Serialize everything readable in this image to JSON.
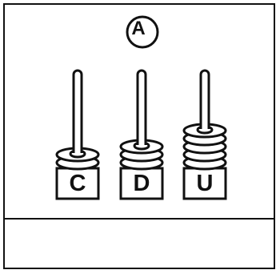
{
  "option_label": "A",
  "rods": [
    {
      "label": "C",
      "beads": 2
    },
    {
      "label": "D",
      "beads": 3
    },
    {
      "label": "U",
      "beads": 5
    }
  ],
  "colors": {
    "stroke": "#111111",
    "background": "#ffffff"
  }
}
